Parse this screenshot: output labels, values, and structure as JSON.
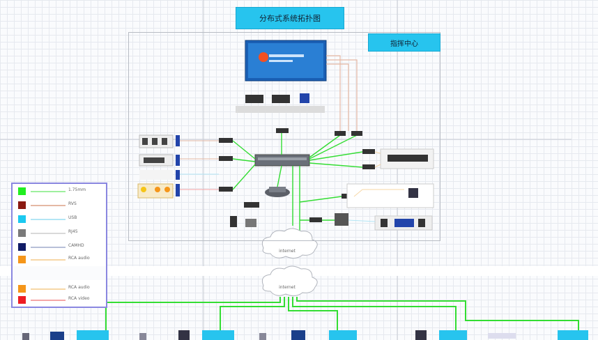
{
  "diagram": {
    "title": "分布式系统拓扑图",
    "center_label": "指挥中心",
    "cloud_labels": [
      "internet",
      "internet"
    ],
    "legend": [
      {
        "label": "1.75mm",
        "color": "#22ee22",
        "line": "#9ef09e"
      },
      {
        "label": "RVS",
        "color": "#8a1a12",
        "line": "#e5b8a4"
      },
      {
        "label": "USB",
        "color": "#1cc9f0",
        "line": "#b3e6f5"
      },
      {
        "label": "RJ45",
        "color": "#7a7a7a",
        "line": "#d9d9d9"
      },
      {
        "label": "CAMHD",
        "color": "#111c66",
        "line": "#b8c0d8"
      },
      {
        "label": "RCA audio",
        "color": "#f5961a",
        "line": "#f7d7a6"
      },
      {
        "label": "RCA audio",
        "color": "#f5961a",
        "line": "#f7d7a6"
      },
      {
        "label": "RCA video",
        "color": "#ee1c24",
        "line": "#f5a6a6"
      }
    ],
    "colors": {
      "accent": "#27c4ee",
      "network": "#33dd33",
      "frame": "#b8bcc4",
      "legend_border": "#8a87e0"
    }
  }
}
